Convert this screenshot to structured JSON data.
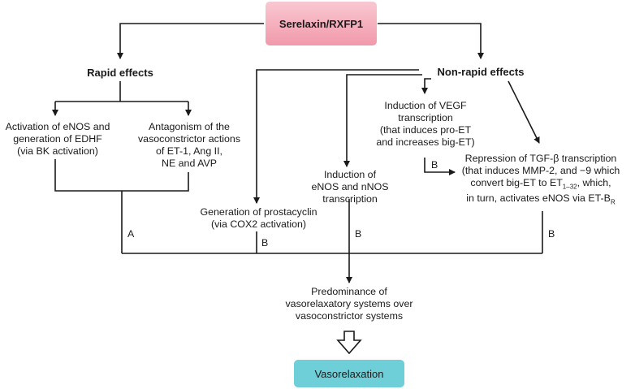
{
  "top_box": {
    "text": "Serelaxin/RXFP1",
    "color": "#f2a0b0"
  },
  "bottom_box": {
    "text": "Vasorelaxation",
    "color": "#6fcfd8"
  },
  "rapid": {
    "heading": "Rapid effects",
    "enos": [
      "Activation of eNOS and",
      "generation of EDHF",
      "(via BK activation)"
    ],
    "antagonism": [
      "Antagonism of the",
      "vasoconstrictor actions",
      "of ET-1, Ang II,",
      "NE and AVP"
    ]
  },
  "nonrapid": {
    "heading": "Non-rapid effects",
    "prostacyclin": [
      "Generation of prostacyclin",
      "(via COX2 activation)"
    ],
    "nos": [
      "Induction of",
      "eNOS and nNOS",
      "transcription"
    ],
    "vegf": [
      "Induction of VEGF",
      "transcription",
      "(that induces pro-ET",
      "and increases big-ET)"
    ],
    "tgf_line1": "Repression of TGF-β transcription",
    "tgf_line2": "(that induces MMP-2, and −9 which",
    "tgf_line3_pre": "convert big-ET to ET",
    "tgf_line3_sub": "1–32",
    "tgf_line3_post": ", which,",
    "tgf_line4_pre": "in turn, activates eNOS via ET-B",
    "tgf_line4_sub": "R"
  },
  "predominance": [
    "Predominance of",
    "vasorelaxatory systems over",
    "vasoconstrictor systems"
  ],
  "labels": {
    "a": "A",
    "b_prostacyclin": "B",
    "b_nos": "B",
    "b_tgf": "B",
    "b_vegf": "B"
  }
}
